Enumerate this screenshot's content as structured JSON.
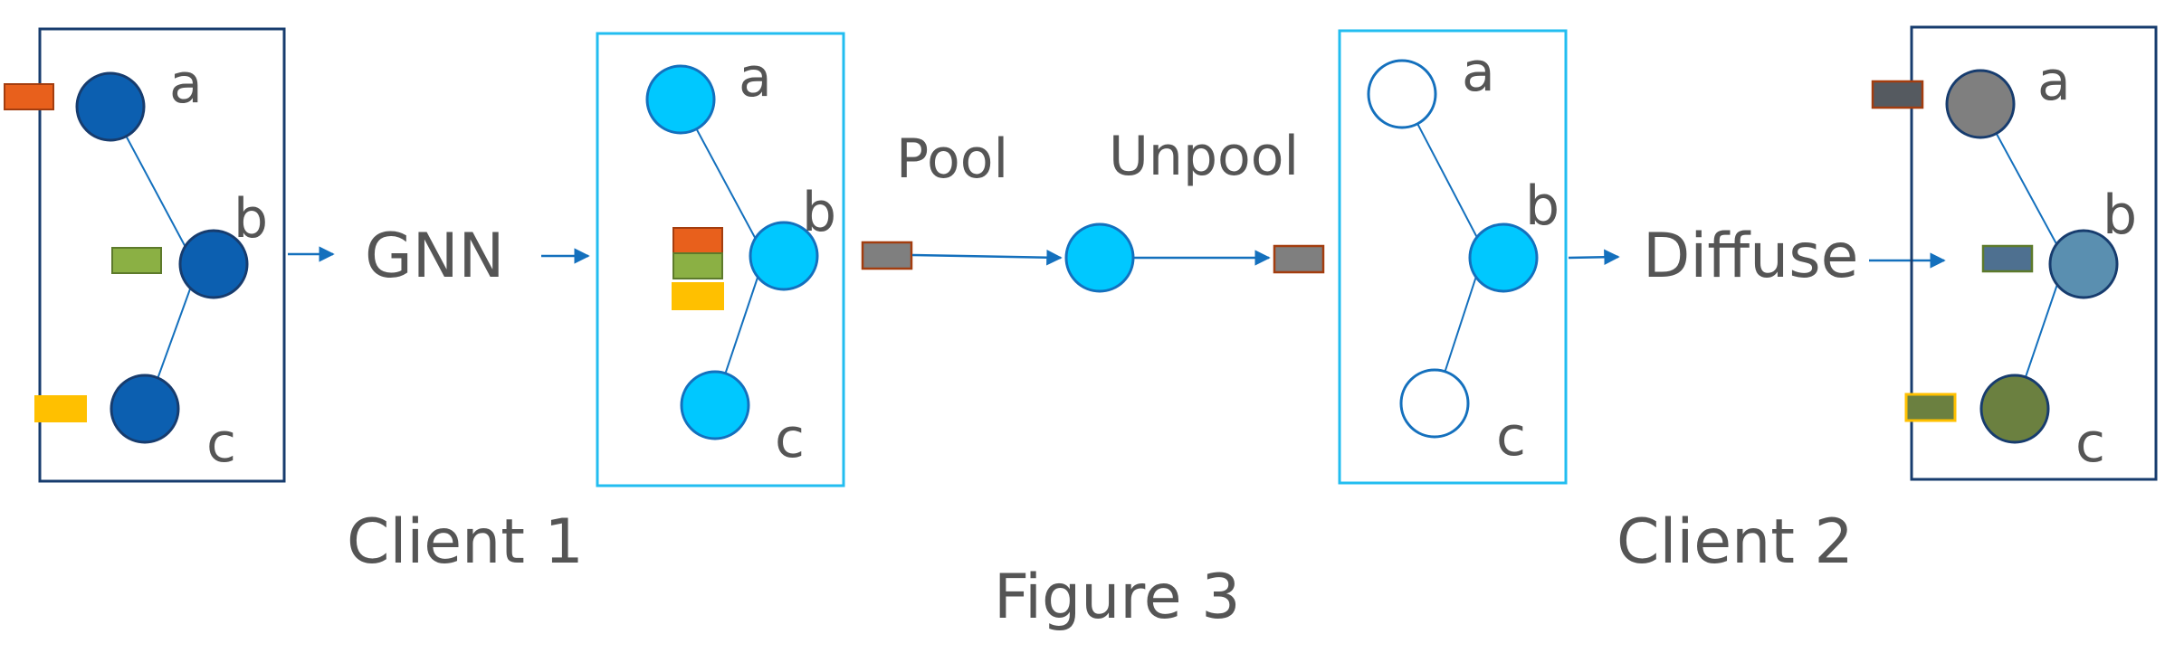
{
  "labels": {
    "node_a": "a",
    "node_b": "b",
    "node_c": "c",
    "gnn": "GNN",
    "pool": "Pool",
    "unpool": "Unpool",
    "diffuse": "Diffuse",
    "client1": "Client 1",
    "client2": "Client 2",
    "caption": "Figure 3"
  },
  "colors": {
    "dark_blue": "#0c5fb0",
    "dark_blue_stroke": "#173c6e",
    "cyan": "#00c8ff",
    "cyan_box": "#22bdf0",
    "arrow": "#1470bd",
    "orange": "#e8601c",
    "green": "#8bb044",
    "yellow": "#ffc000",
    "gray": "#7f7f7f",
    "gray_dark": "#555a60",
    "steel_blue": "#5a8fb0",
    "olive": "#6b8040",
    "text": "#555555"
  }
}
